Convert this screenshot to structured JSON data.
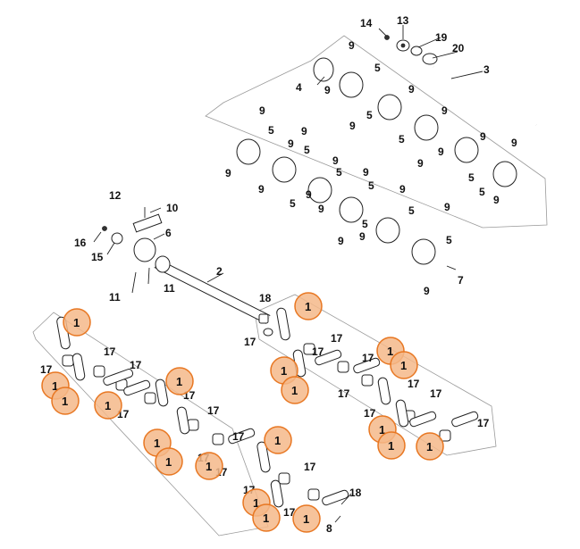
{
  "diagram": {
    "labels": {
      "n1": "1",
      "n2": "2",
      "n3": "3",
      "n4": "4",
      "n5": "5",
      "n6": "6",
      "n7": "7",
      "n8": "8",
      "n9": "9",
      "n10": "10",
      "n11": "11",
      "n12": "12",
      "n13": "13",
      "n14": "14",
      "n15": "15",
      "n16": "16",
      "n17": "17",
      "n18": "18",
      "n19": "19",
      "n20": "20"
    },
    "highlight_color": "#e87722"
  }
}
